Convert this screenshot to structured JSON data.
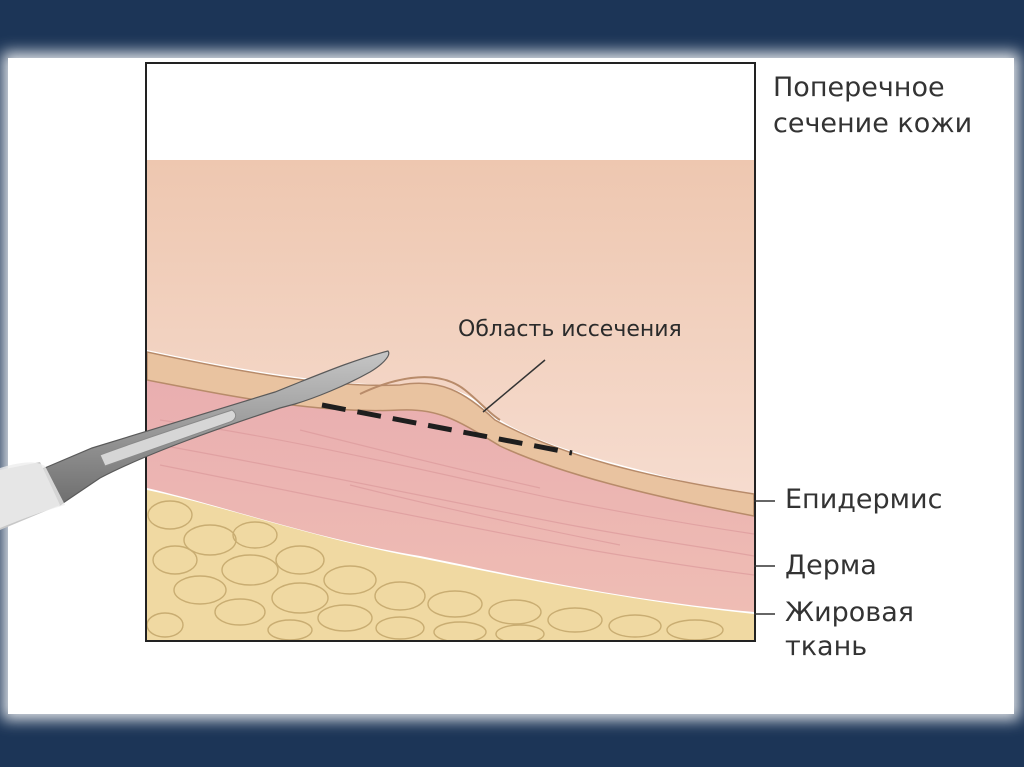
{
  "title": {
    "line1": "Поперечное",
    "line2": "сечение кожи"
  },
  "labels": {
    "excision_area": "Область иссечения",
    "epidermis": "Епидермис",
    "dermis": "Дерма",
    "fat_line1": "Жировая",
    "fat_line2": "ткань"
  },
  "colors": {
    "frame_background": "#1c3557",
    "epidermis": "#e9c3a0",
    "dermis": "#eab2ae",
    "fat": "#f0d9a2",
    "scalpel": "#8f8f8f"
  }
}
